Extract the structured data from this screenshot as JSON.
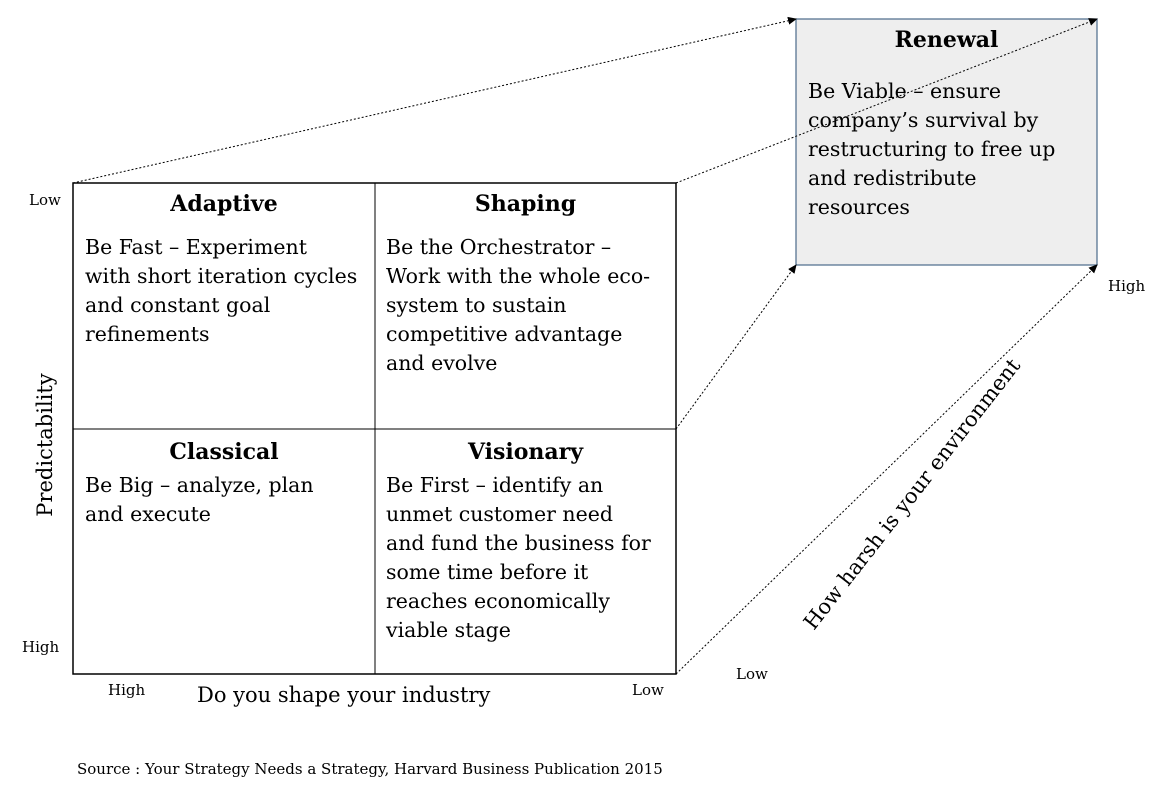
{
  "quadrants": {
    "adaptive": {
      "title": "Adaptive",
      "body": [
        "Be Fast – Experiment",
        "with short iteration cycles",
        "and constant goal",
        "refinements"
      ]
    },
    "shaping": {
      "title": "Shaping",
      "body": [
        "Be the Orchestrator –",
        "Work with the whole eco-",
        "system to sustain",
        "competitive advantage",
        "and evolve"
      ]
    },
    "classical": {
      "title": "Classical",
      "body": [
        "Be Big – analyze, plan",
        "and execute"
      ]
    },
    "visionary": {
      "title": "Visionary",
      "body": [
        "Be First – identify an",
        "unmet customer need",
        "and fund the business for",
        "some time before it",
        "reaches economically",
        "viable stage"
      ]
    }
  },
  "renewal": {
    "title": "Renewal",
    "body": [
      "Be Viable – ensure",
      "company’s survival by",
      "restructuring to free up",
      "and redistribute",
      "resources"
    ]
  },
  "axes": {
    "y_label": "Predictability",
    "y_low": "Low",
    "y_high": "High",
    "x_label": "Do you shape your industry",
    "x_high": "High",
    "x_low": "Low",
    "z_label": "How harsh is your environment",
    "z_low": "Low",
    "z_high": "High"
  },
  "source": "Source : Your Strategy Needs a Strategy, Harvard Business Publication 2015",
  "colors": {
    "renewal_fill": "#eeeeee",
    "renewal_border": "#4a6a8a",
    "line": "#000000"
  }
}
